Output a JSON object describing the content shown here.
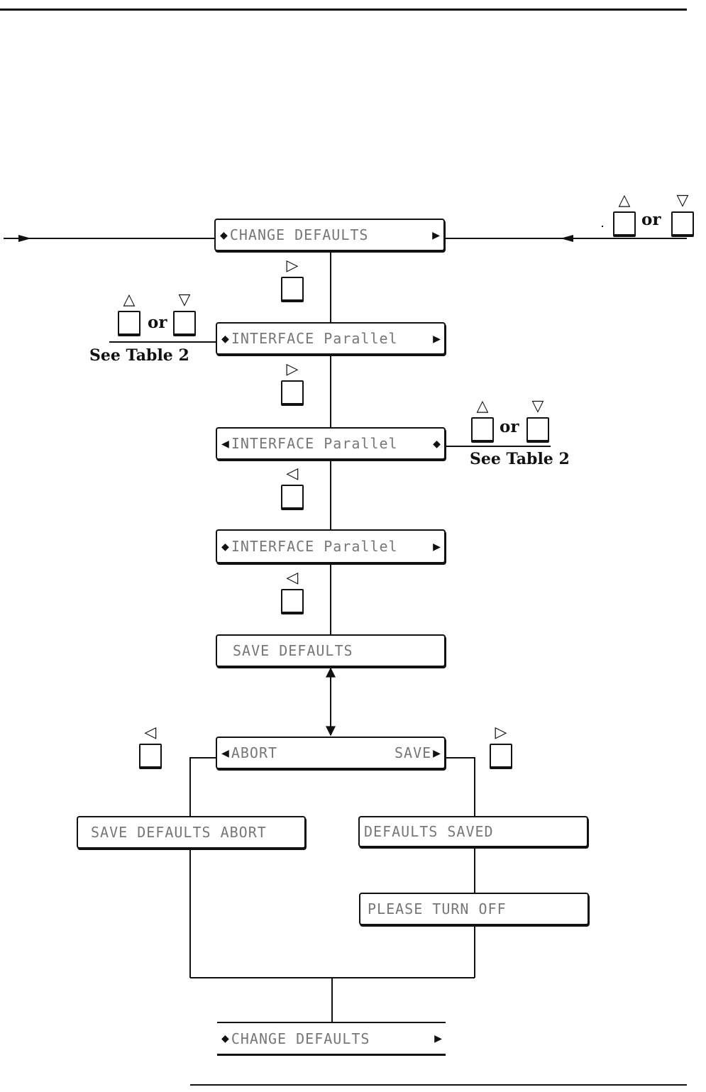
{
  "glyphs": {
    "up_down": "◆",
    "right": "▶",
    "left": "◀",
    "key_up": "△",
    "key_down": "▽",
    "key_right": "▷",
    "key_left": "◁"
  },
  "displays": {
    "change_defaults_top": "CHANGE DEFAULTS",
    "interface_1": "INTERFACE Parallel",
    "interface_2": "INTERFACE Parallel",
    "interface_3": "INTERFACE Parallel",
    "save_defaults": "SAVE DEFAULTS",
    "abort_label": "ABORT",
    "save_label": "SAVE",
    "save_defaults_abort": "SAVE DEFAULTS ABORT",
    "defaults_saved": "DEFAULTS SAVED",
    "please_turn_off": "PLEASE TURN OFF",
    "change_defaults_bottom": "CHANGE DEFAULTS"
  },
  "annotations": {
    "or_text": "or",
    "see_table_left": "See Table 2",
    "see_table_right": "See Table 2"
  },
  "colors": {
    "ink": "#111111",
    "lcd_text": "#777777",
    "paper": "#ffffff"
  }
}
